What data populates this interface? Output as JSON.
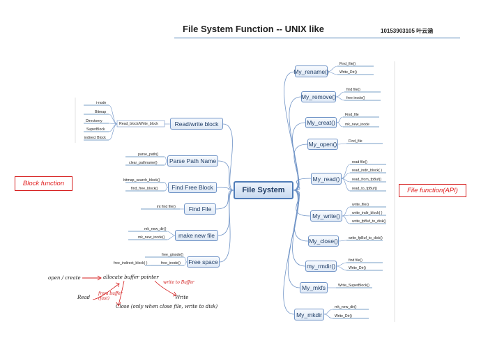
{
  "header": {
    "title": "File System Function -- UNIX like",
    "author": "10153903105 叶云涵"
  },
  "side_labels": {
    "left": "Block function",
    "right": "File function(API)"
  },
  "central": {
    "label": "File System"
  },
  "left_branches": [
    {
      "label": "Read/write block",
      "sub_label": "Read_block/Write_block",
      "leaves": [
        "i-node",
        "Bitmap",
        "Directoery",
        "SuperBlock",
        "indirect Block"
      ]
    },
    {
      "label": "Parse Path Name",
      "leaves": [
        "parse_path()",
        "clear_pathname()"
      ]
    },
    {
      "label": "Find Free Block",
      "leaves": [
        "bitmap_search_block()",
        "find_free_block()"
      ]
    },
    {
      "label": "Find File",
      "leaves": [
        "int find file()"
      ]
    },
    {
      "label": "make new file",
      "leaves": [
        "mk_new_dir()",
        "mk_new_inode()"
      ]
    },
    {
      "label": "Free space",
      "leaves": [
        "free_ginode()",
        "free_inode()"
      ],
      "outer": "free_indirect_block( )"
    }
  ],
  "right_branches": [
    {
      "label": "My_rename()",
      "leaves": [
        "Find_file()",
        "Write_Dir()"
      ]
    },
    {
      "label": "My_remove()",
      "leaves": [
        "find file()",
        "free inode()"
      ]
    },
    {
      "label": "My_creat()",
      "leaves": [
        "Find_file",
        "mk_new_inode"
      ]
    },
    {
      "label": "My_open()",
      "leaves": [
        "Find_file"
      ]
    },
    {
      "label": "My_read()",
      "leaves": [
        "read file()",
        "read_indir_block( )",
        "read_from_fpBuf()",
        "read_to_fpBuf()"
      ]
    },
    {
      "label": "My_write()",
      "leaves": [
        "write_file()",
        "write_indir_block( ) ",
        "write_fpBuf_to_disk()"
      ]
    },
    {
      "label": "My_close()",
      "leaves": [
        "write_fpBuf_to_disk()"
      ]
    },
    {
      "label": "my_rmdir()",
      "leaves": [
        "find file()",
        "Write_Dir()"
      ]
    },
    {
      "label": "My_mkfs",
      "leaves": [
        "Write_SuperBlock()"
      ]
    },
    {
      "label": "My_mkdir",
      "leaves": [
        "mk_new_dir()",
        "Write_Dir()"
      ]
    }
  ],
  "handwriting": {
    "open_create": "open / create",
    "allocate_buffer": "allocate buffer pointer",
    "write_to_buffer": "write to Buffer",
    "read": "Read",
    "from_buffer": "from buffer (fast)",
    "write": "Write",
    "close": "Close (only when close file, write to disk)"
  },
  "colors": {
    "link": "#6f93c6",
    "node_border": "#6f93c6",
    "leaf_underline": "#4a7fb5",
    "accent_red": "#d61f1f"
  }
}
